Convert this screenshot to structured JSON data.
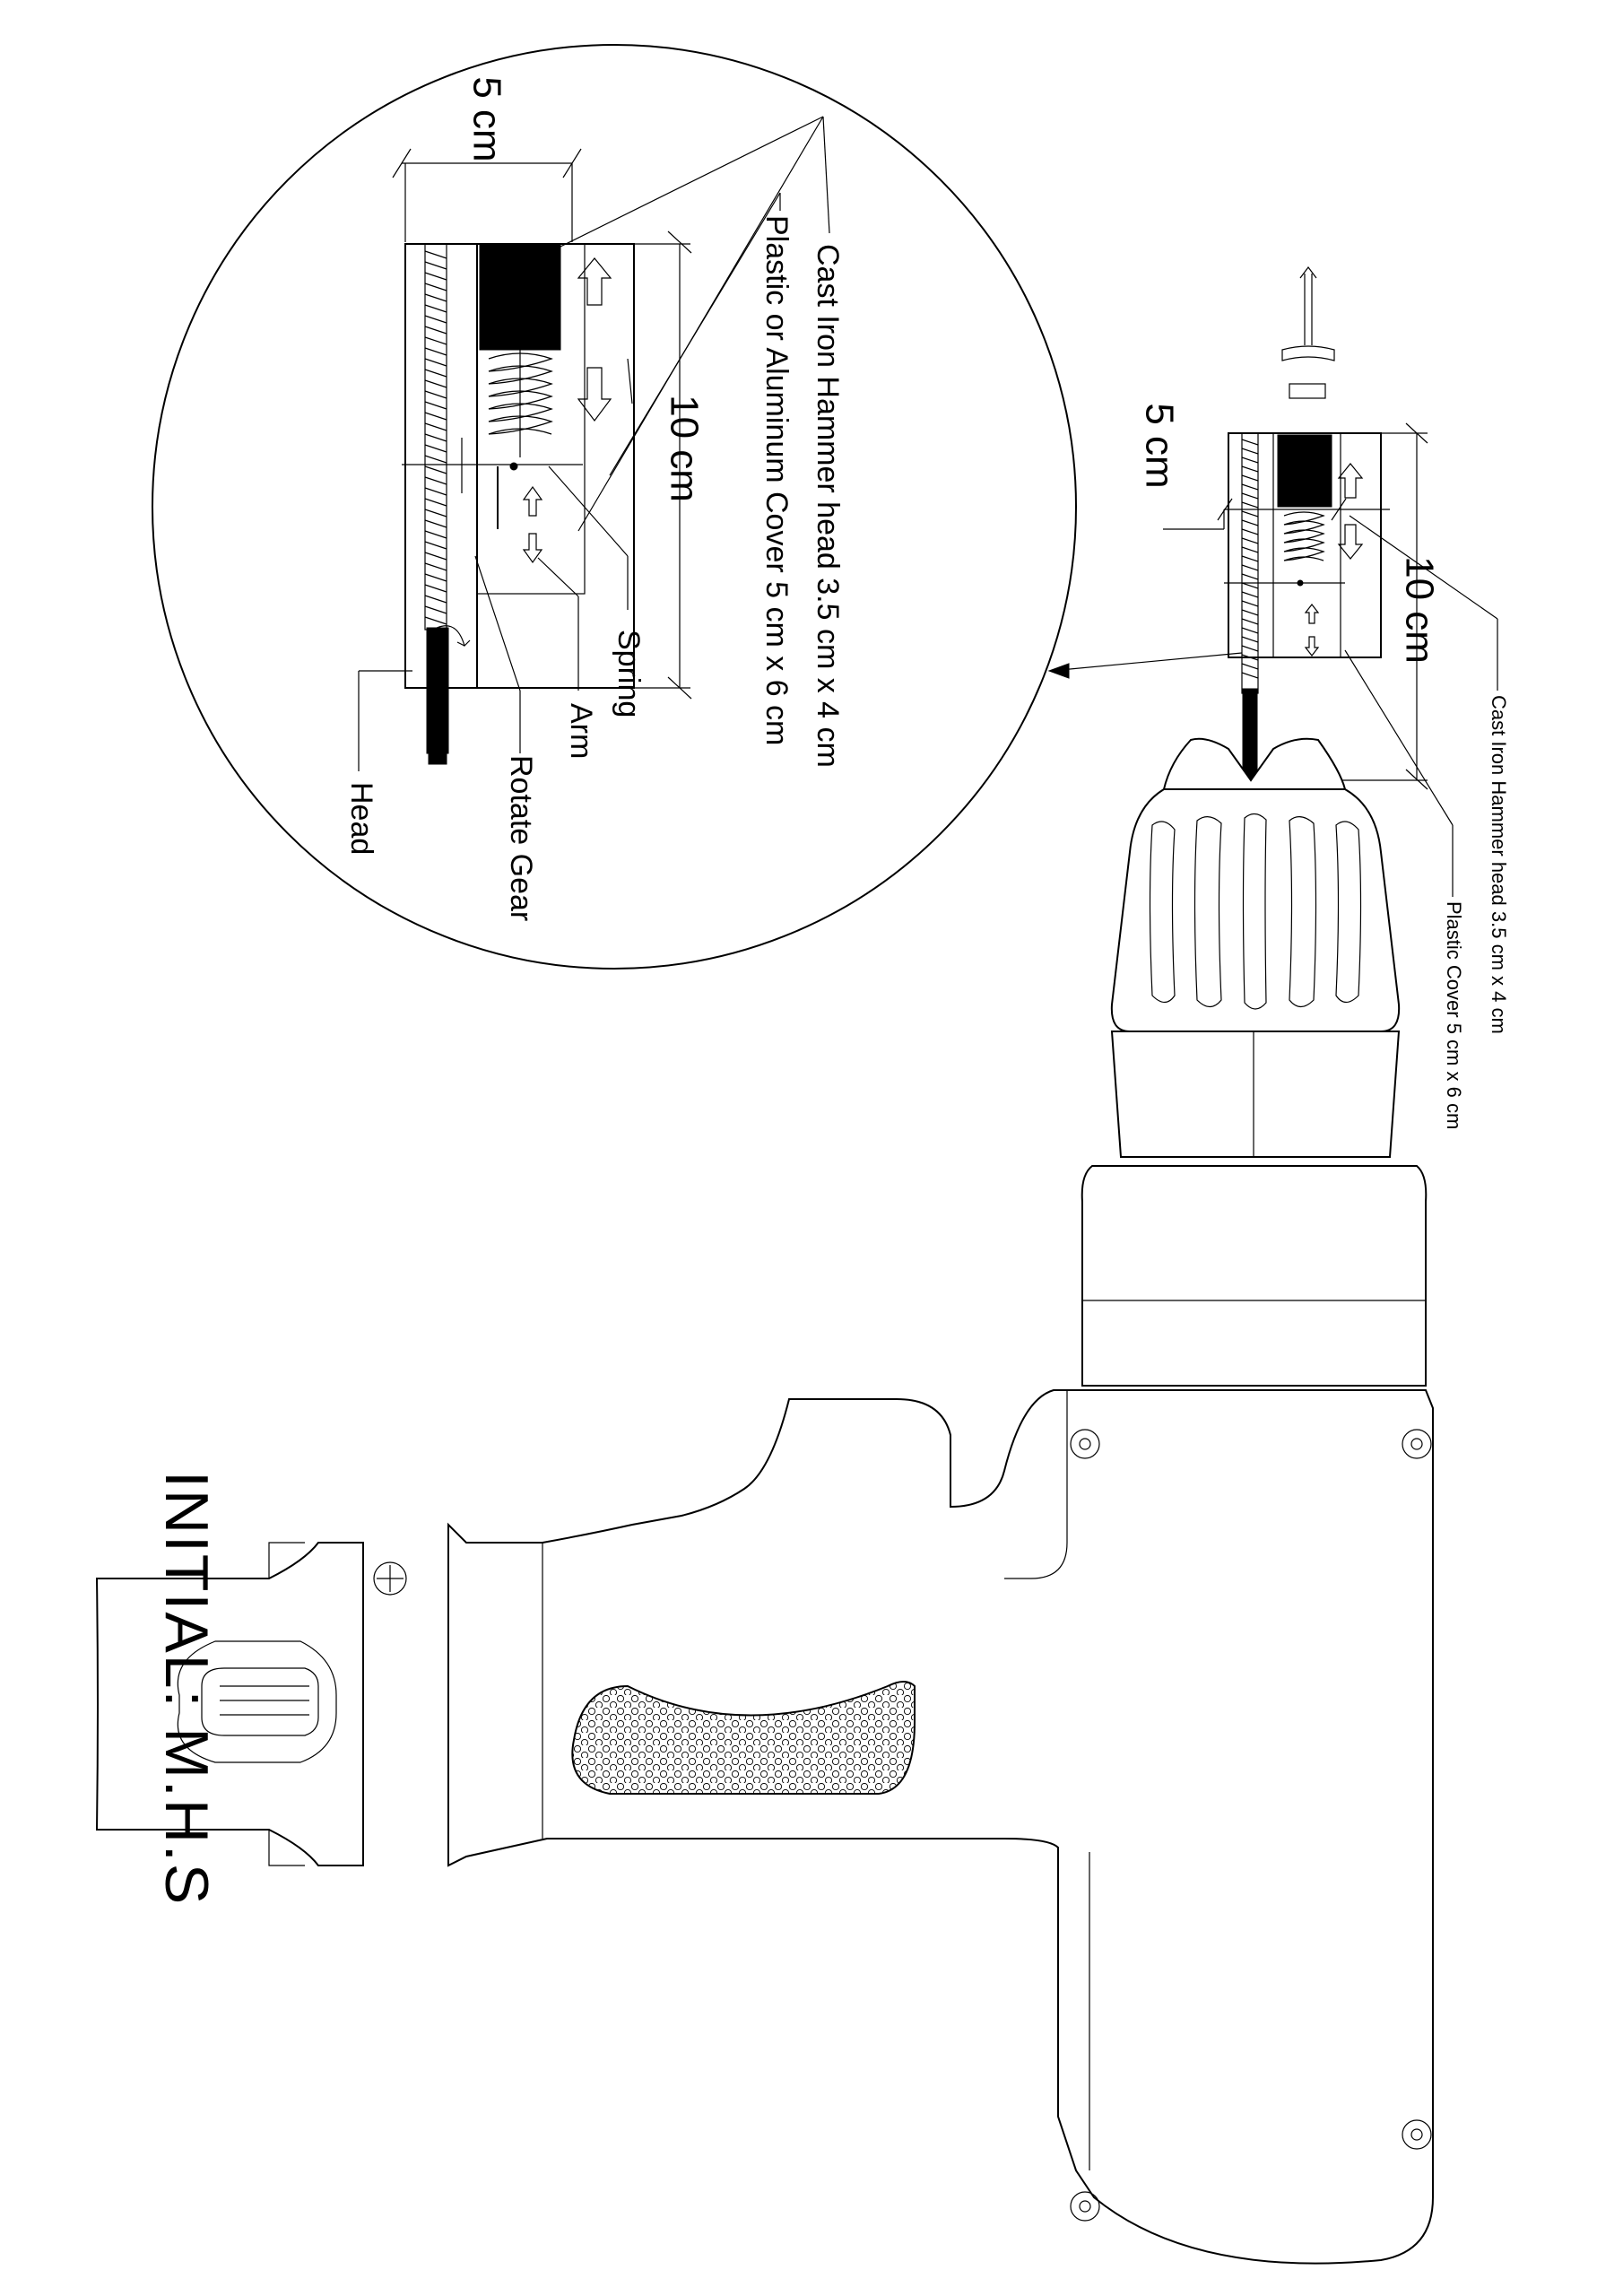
{
  "zoom": {
    "dim_width": "5 cm",
    "dim_height": "10 cm",
    "label_hammer": "Cast Iron Hammer head 3.5 cm x 4 cm",
    "label_cover": "Plastic or Aluminum Cover 5 cm x 6 cm",
    "label_spring": "Spring",
    "label_arm": "Arm",
    "label_gear": "Rotate Gear",
    "label_head": "Head"
  },
  "small": {
    "dim_width": "5 cm",
    "dim_height": "10 cm",
    "label_hammer": "Cast Iron Hammer head 3.5 cm x 4 cm",
    "label_cover": "Plastic Cover 5 cm x 6 cm"
  },
  "initial": "INITIAL: M.H.S"
}
